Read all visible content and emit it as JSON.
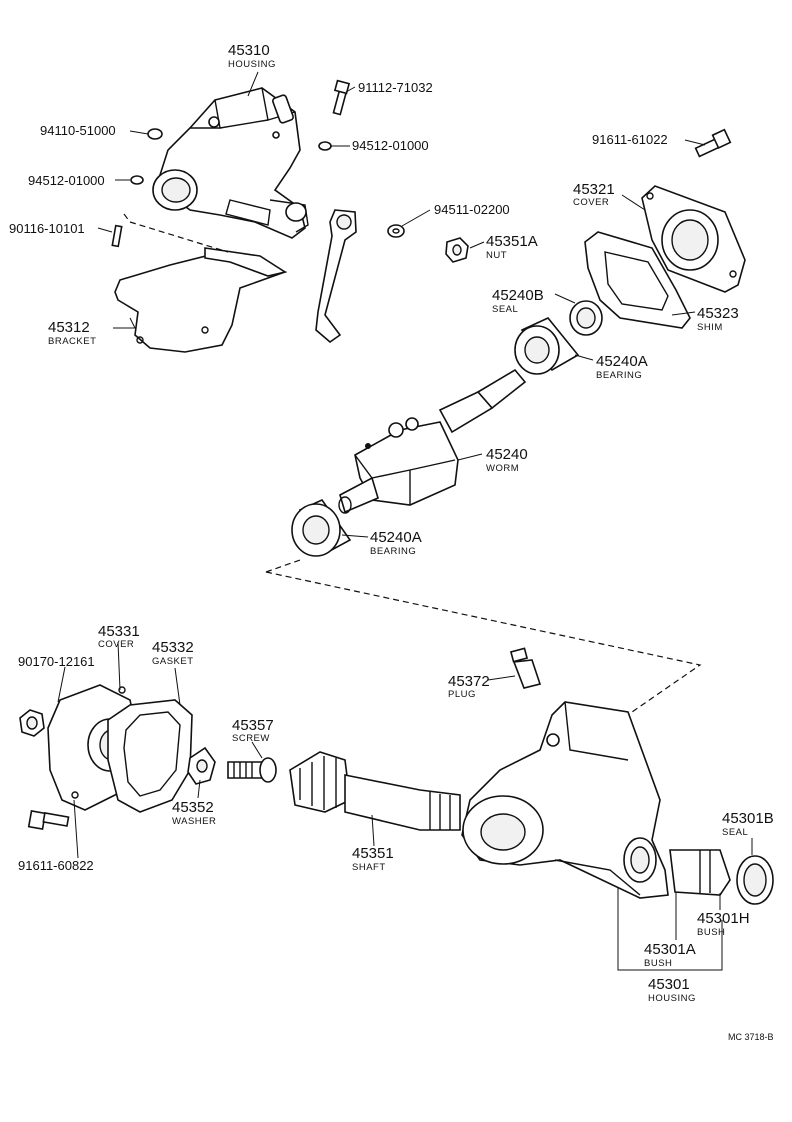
{
  "labels": {
    "p45310": {
      "number": "45310",
      "name": "HOUSING"
    },
    "p91112": {
      "number": "91112-71032"
    },
    "p94110": {
      "number": "94110-51000"
    },
    "p94512a": {
      "number": "94512-01000"
    },
    "p94512b": {
      "number": "94512-01000"
    },
    "p90116": {
      "number": "90116-10101"
    },
    "p94511": {
      "number": "94511-02200"
    },
    "p45351a": {
      "number": "45351A",
      "name": "NUT"
    },
    "p91611a": {
      "number": "91611-61022"
    },
    "p45321": {
      "number": "45321",
      "name": "COVER"
    },
    "p45312": {
      "number": "45312",
      "name": "BRACKET"
    },
    "p45240b": {
      "number": "45240B",
      "name": "SEAL"
    },
    "p45323": {
      "number": "45323",
      "name": "SHIM"
    },
    "p45240a1": {
      "number": "45240A",
      "name": "BEARING"
    },
    "p45240": {
      "number": "45240",
      "name": "WORM"
    },
    "p45240a2": {
      "number": "45240A",
      "name": "BEARING"
    },
    "p45331": {
      "number": "45331",
      "name": "COVER"
    },
    "p45332": {
      "number": "45332",
      "name": "GASKET"
    },
    "p90170": {
      "number": "90170-12161"
    },
    "p45372": {
      "number": "45372",
      "name": "PLUG"
    },
    "p45357": {
      "number": "45357",
      "name": "SCREW"
    },
    "p45352": {
      "number": "45352",
      "name": "WASHER"
    },
    "p91611b": {
      "number": "91611-60822"
    },
    "p45351": {
      "number": "45351",
      "name": "SHAFT"
    },
    "p45301b": {
      "number": "45301B",
      "name": "SEAL"
    },
    "p45301h": {
      "number": "45301H",
      "name": "BUSH"
    },
    "p45301a": {
      "number": "45301A",
      "name": "BUSH"
    },
    "p45301": {
      "number": "45301",
      "name": "HOUSING"
    }
  },
  "reference_code": "MC 3718-B"
}
